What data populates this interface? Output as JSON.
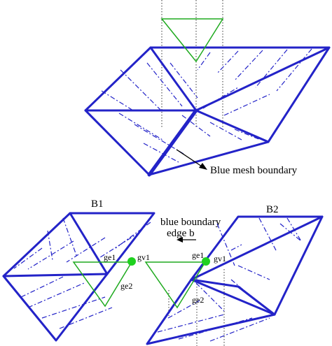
{
  "labels": {
    "blue_mesh_boundary": "Blue mesh boundary",
    "b1": "B1",
    "b2": "B2",
    "blue_boundary_line1": "blue boundary",
    "blue_boundary_line2": "edge b",
    "ge1_left": "ge1",
    "gv1_left": "gv1",
    "ge2_left": "ge2",
    "ge1_right": "ge1",
    "gv1_right": "gv1",
    "ge2_right": "ge2"
  },
  "colors": {
    "mesh": "#2323c8",
    "geometry": "#1faa1f",
    "vertex_dot": "#1fd11f",
    "guide": "#333333"
  }
}
